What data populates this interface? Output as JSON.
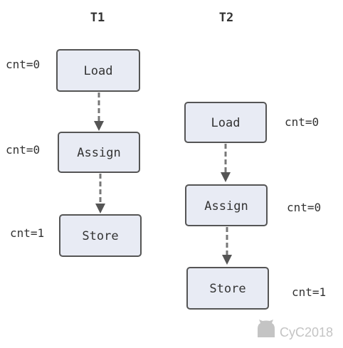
{
  "threads": [
    {
      "name": "T1",
      "steps": [
        {
          "op": "Load",
          "cnt": "cnt=0"
        },
        {
          "op": "Assign",
          "cnt": "cnt=0"
        },
        {
          "op": "Store",
          "cnt": "cnt=1"
        }
      ]
    },
    {
      "name": "T2",
      "steps": [
        {
          "op": "Load",
          "cnt": "cnt=0"
        },
        {
          "op": "Assign",
          "cnt": "cnt=0"
        },
        {
          "op": "Store",
          "cnt": "cnt=1"
        }
      ]
    }
  ],
  "watermark": {
    "text": "CyC2018",
    "icon": "github-octocat-icon"
  },
  "colors": {
    "box_fill": "#e8ebf4",
    "box_stroke": "#555555",
    "text": "#333333",
    "arrow": "#777777",
    "watermark": "#c4c4c4"
  }
}
